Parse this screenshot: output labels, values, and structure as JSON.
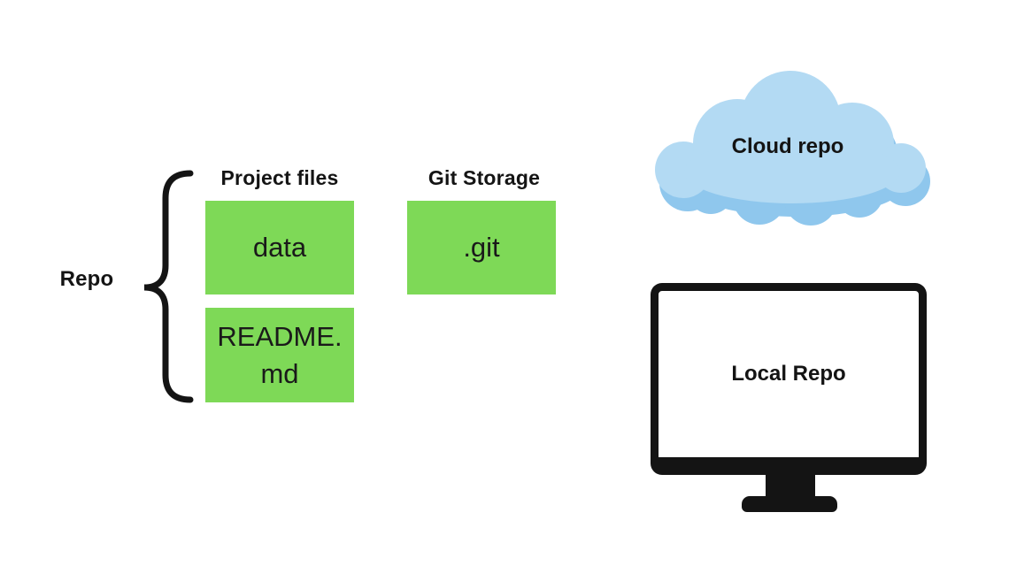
{
  "colors": {
    "box_green": "#7ED957",
    "cloud_light": "#B3DAF3",
    "cloud_shadow": "#8FC7ED",
    "ink": "#141414"
  },
  "diagram": {
    "repo": {
      "label": "Repo"
    },
    "project_files": {
      "heading": "Project files"
    },
    "git_storage": {
      "heading": "Git Storage"
    },
    "boxes": [
      {
        "label": "data"
      },
      {
        "label": "README.\nmd"
      },
      {
        "label": ".git"
      }
    ],
    "cloud": {
      "label": "Cloud repo"
    },
    "monitor": {
      "label": "Local Repo"
    }
  }
}
